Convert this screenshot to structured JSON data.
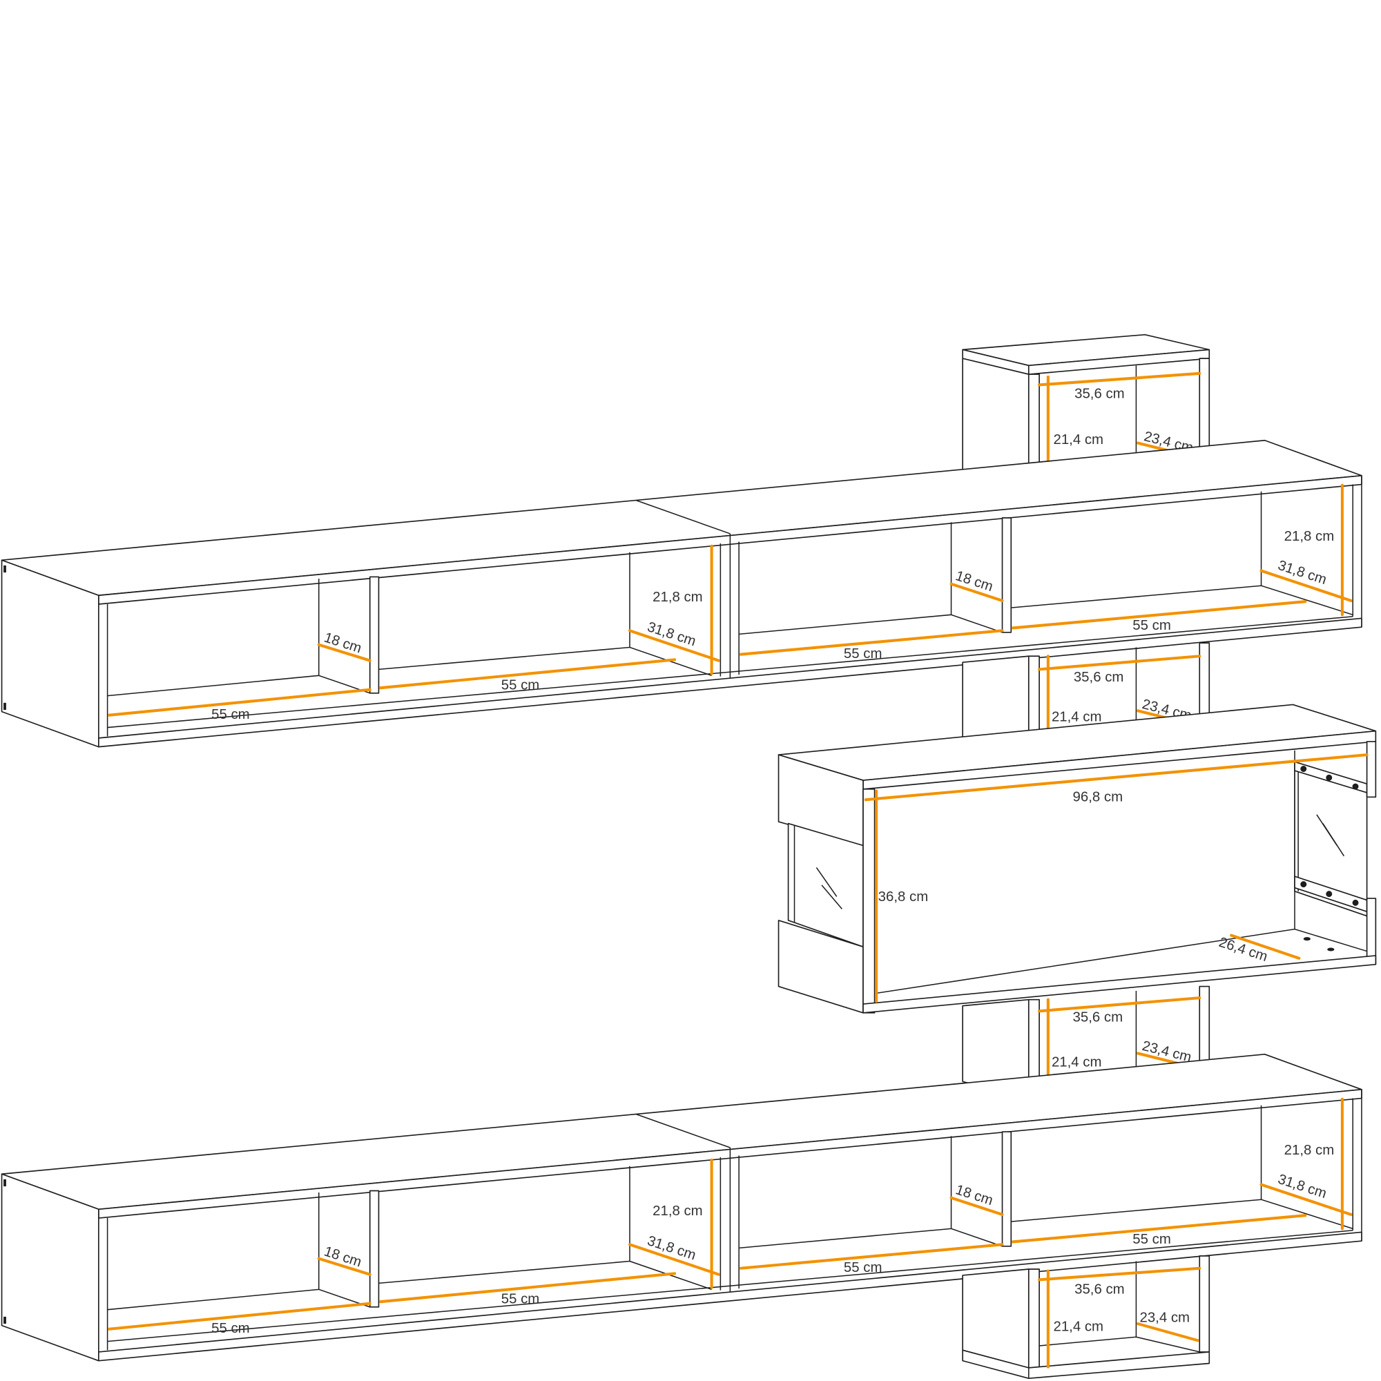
{
  "accent_color": "#f39200",
  "upper_shelf": {
    "left_unit": {
      "width_a": "55 cm",
      "width_b": "55 cm",
      "divider_depth": "18 cm",
      "height": "21,8 cm",
      "depth": "31,8 cm"
    },
    "right_unit": {
      "width_a": "55 cm",
      "width_b": "55 cm",
      "divider_depth": "18 cm",
      "height": "21,8 cm",
      "depth": "31,8 cm"
    }
  },
  "lower_shelf": {
    "left_unit": {
      "width_a": "55 cm",
      "width_b": "55 cm",
      "divider_depth": "18 cm",
      "height": "21,8 cm",
      "depth": "31,8 cm"
    },
    "right_unit": {
      "width_a": "55 cm",
      "width_b": "55 cm",
      "divider_depth": "18 cm",
      "height": "21,8 cm",
      "depth": "31,8 cm"
    }
  },
  "cubes": [
    {
      "width": "35,6 cm",
      "height": "21,4 cm",
      "depth": "23,4 cm"
    },
    {
      "width": "35,6 cm",
      "height": "21,4 cm",
      "depth": "23,4 cm"
    },
    {
      "width": "35,6 cm",
      "height": "21,4 cm",
      "depth": "23,4 cm"
    },
    {
      "width": "35,6 cm",
      "height": "21,4 cm",
      "depth": "23,4 cm"
    }
  ],
  "glass_cabinet": {
    "width": "96,8 cm",
    "height": "36,8 cm",
    "depth": "26,4 cm"
  }
}
